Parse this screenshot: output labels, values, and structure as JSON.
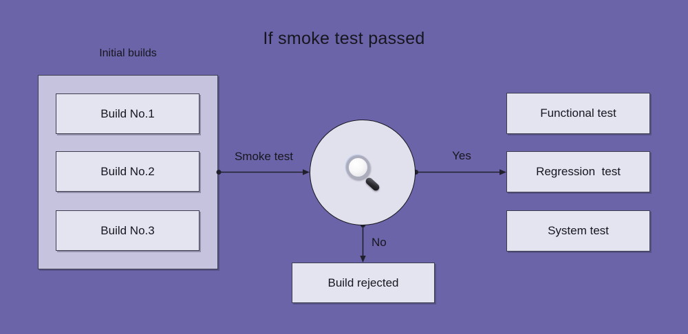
{
  "title": "If smoke test passed",
  "colors": {
    "background": "#6B64A8",
    "group_fill": "#C6C3DF",
    "node_fill": "#E4E3F0",
    "decision_fill": "#E1E0ED",
    "border": "#3C3C50",
    "text": "#16161E",
    "connector": "#20202C"
  },
  "initial_builds": {
    "label": "Initial builds",
    "items": [
      {
        "label": "Build No.1"
      },
      {
        "label": "Build No.2"
      },
      {
        "label": "Build No.3"
      }
    ]
  },
  "decision": {
    "icon": "magnifier-icon"
  },
  "connectors": {
    "smoke_test": {
      "label": "Smoke test"
    },
    "yes": {
      "label": "Yes"
    },
    "no": {
      "label": "No"
    }
  },
  "pass_targets": [
    {
      "label": "Functional test"
    },
    {
      "label": "Regression  test"
    },
    {
      "label": "System test"
    }
  ],
  "fail_target": {
    "label": "Build rejected"
  }
}
